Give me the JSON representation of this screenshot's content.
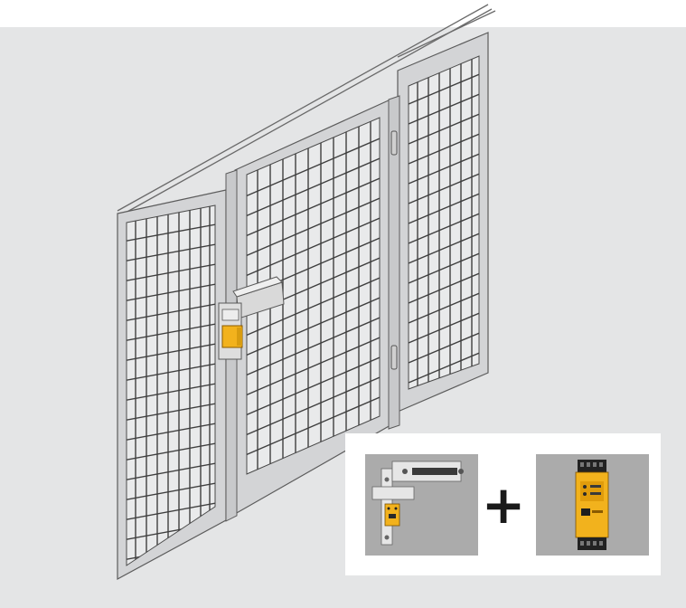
{
  "illustration": {
    "subject": "safety-gate-with-door-lock",
    "colors": {
      "background": "#e4e5e6",
      "fence_frame": "#d3d4d6",
      "mesh": "#3f3f3f",
      "lock_accent": "#f2b21d",
      "relay_body": "#f2b21d",
      "product_tile": "#ababab"
    }
  },
  "inset": {
    "items": [
      {
        "name": "safety-door-lock",
        "icon": "door-lock-icon"
      },
      {
        "name": "combiner",
        "symbol": "+"
      },
      {
        "name": "safety-relay-module",
        "icon": "safety-relay-icon"
      }
    ],
    "plus": "+"
  }
}
